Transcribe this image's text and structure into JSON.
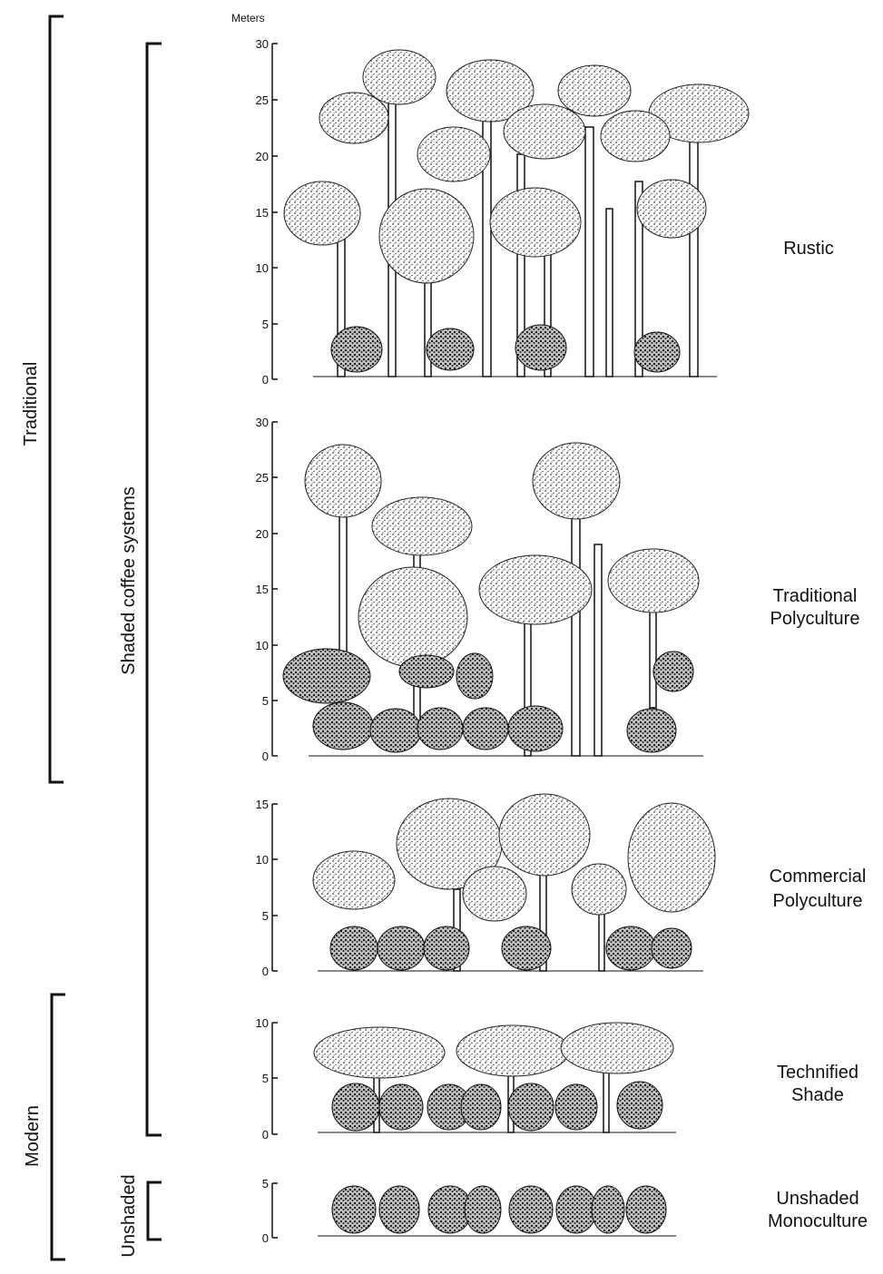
{
  "units_label": "Meters",
  "groups": {
    "traditional": "Traditional",
    "shaded": "Shaded coffee systems",
    "modern": "Modern",
    "unshaded": "Unshaded"
  },
  "systems": [
    {
      "line1": "Rustic",
      "line2": "",
      "ticks": [
        "30",
        "25",
        "20",
        "15",
        "10",
        "5",
        "0"
      ]
    },
    {
      "line1": "Traditional",
      "line2": "Polyculture",
      "ticks": [
        "30",
        "25",
        "20",
        "15",
        "10",
        "5",
        "0"
      ]
    },
    {
      "line1": "Commercial",
      "line2": "Polyculture",
      "ticks": [
        "15",
        "10",
        "5",
        "0"
      ]
    },
    {
      "line1": "Technified",
      "line2": "Shade",
      "ticks": [
        "10",
        "5",
        "0"
      ]
    },
    {
      "line1": "Unshaded",
      "line2": "Monoculture",
      "ticks": [
        "5",
        "0"
      ]
    }
  ],
  "colors": {
    "ink": "#111111",
    "foliage": "#d9d9d9",
    "foliage_dark": "#8a8a8a",
    "coffee": "#555555"
  }
}
